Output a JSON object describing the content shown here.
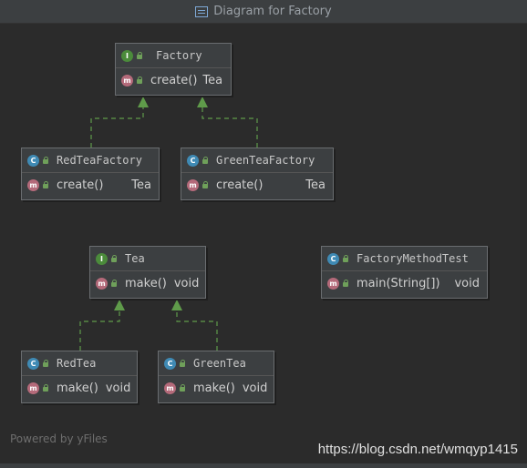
{
  "window": {
    "title": "Diagram for Factory"
  },
  "diagram": {
    "nodes": [
      {
        "id": "factory",
        "kind": "interface",
        "name": "Factory",
        "members": [
          {
            "name": "create()",
            "type": "Tea"
          }
        ]
      },
      {
        "id": "redteafactory",
        "kind": "class",
        "name": "RedTeaFactory",
        "members": [
          {
            "name": "create()",
            "type": "Tea"
          }
        ]
      },
      {
        "id": "greenteafactory",
        "kind": "class",
        "name": "GreenTeaFactory",
        "members": [
          {
            "name": "create()",
            "type": "Tea"
          }
        ]
      },
      {
        "id": "tea",
        "kind": "interface",
        "name": "Tea",
        "members": [
          {
            "name": "make()",
            "type": "void"
          }
        ]
      },
      {
        "id": "factorymethodtest",
        "kind": "class",
        "name": "FactoryMethodTest",
        "members": [
          {
            "name": "main(String[])",
            "type": "void"
          }
        ]
      },
      {
        "id": "redtea",
        "kind": "class",
        "name": "RedTea",
        "members": [
          {
            "name": "make()",
            "type": "void"
          }
        ]
      },
      {
        "id": "greentea",
        "kind": "class",
        "name": "GreenTea",
        "members": [
          {
            "name": "make()",
            "type": "void"
          }
        ]
      }
    ],
    "edges": [
      {
        "from": "redteafactory",
        "to": "factory",
        "style": "dashed-realization"
      },
      {
        "from": "greenteafactory",
        "to": "factory",
        "style": "dashed-realization"
      },
      {
        "from": "redtea",
        "to": "tea",
        "style": "dashed-realization"
      },
      {
        "from": "greentea",
        "to": "tea",
        "style": "dashed-realization"
      }
    ]
  },
  "footer": {
    "powered_by": "Powered by yFiles",
    "watermark": "https://blog.csdn.net/wmqyp1415"
  },
  "colors": {
    "background": "#2b2b2b",
    "node_fill": "#3c3f41",
    "edge": "#5f9b4a",
    "interface_badge": "#4b8b3b",
    "class_badge": "#3f8ab4",
    "method_badge": "#b46a7a"
  }
}
